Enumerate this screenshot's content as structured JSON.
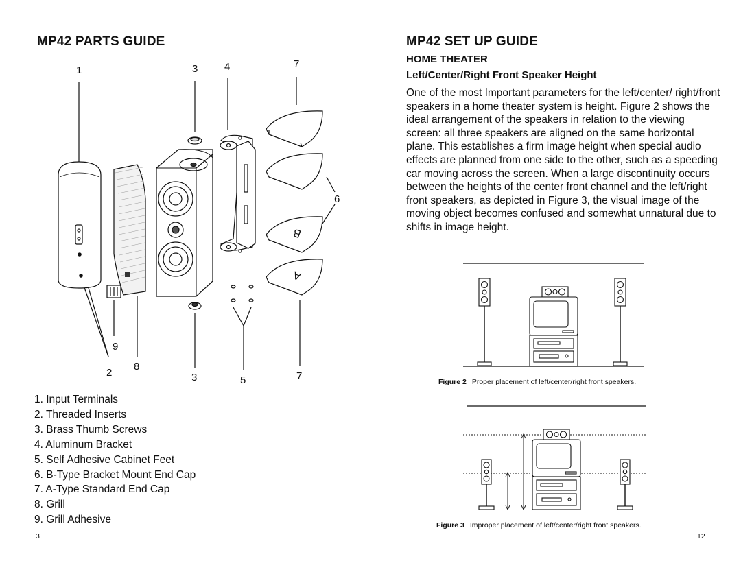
{
  "left_page": {
    "title": "MP42 PARTS GUIDE",
    "callouts": [
      "1",
      "3",
      "4",
      "7",
      "6",
      "9",
      "2",
      "8",
      "3",
      "5",
      "7"
    ],
    "end_cap_letters": [
      "B",
      "A"
    ],
    "parts": [
      "1. Input Terminals",
      "2. Threaded Inserts",
      "3. Brass Thumb Screws",
      "4. Aluminum Bracket",
      "5. Self Adhesive Cabinet Feet",
      "6. B-Type Bracket Mount End Cap",
      "7. A-Type Standard End Cap",
      "8. Grill",
      "9. Grill Adhesive"
    ],
    "page_number": "3"
  },
  "right_page": {
    "title": "MP42 SET UP GUIDE",
    "section": "HOME THEATER",
    "subsection": "Left/Center/Right Front Speaker Height",
    "body": "One of the most Important parameters for the left/center/ right/front speakers in a home theater system is height. Figure 2 shows the ideal arrangement of the speakers in relation to the viewing screen: all three speakers are aligned on the same horizontal plane. This establishes a firm image height when special audio effects are planned from one side to the other, such as a speeding car moving across the screen. When a large discontinuity occurs between the heights of the center front channel and the left/right front speakers, as depicted in Figure 3, the visual image of the moving object becomes confused and somewhat unnatural due to shifts in image height.",
    "figure2": {
      "label": "Figure 2",
      "caption": "Proper placement of left/center/right front speakers."
    },
    "figure3": {
      "label": "Figure 3",
      "caption": "Improper placement of left/center/right front speakers."
    },
    "page_number": "12"
  }
}
